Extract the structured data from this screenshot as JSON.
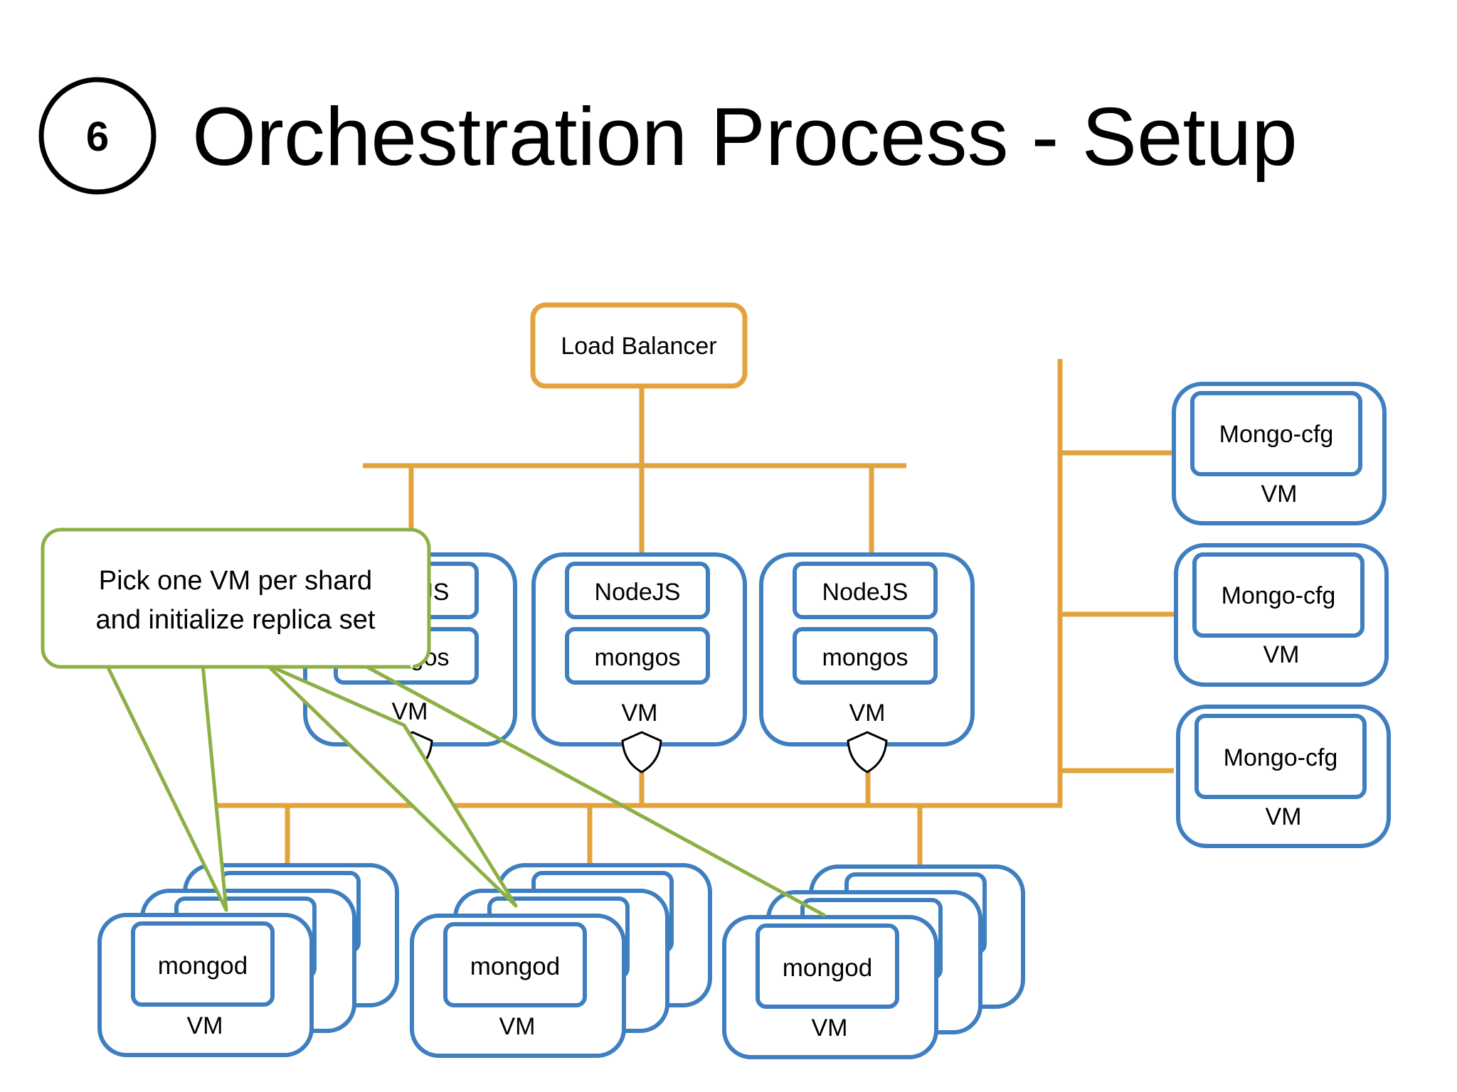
{
  "slide": {
    "step_number": "6",
    "title": "Orchestration Process - Setup"
  },
  "load_balancer": {
    "label": "Load Balancer"
  },
  "app_vms": [
    {
      "nodejs": "NodeJS",
      "mongos": "mongos",
      "vm": "VM"
    },
    {
      "nodejs": "NodeJS",
      "mongos": "mongos",
      "vm": "VM"
    },
    {
      "nodejs": "NodeJS",
      "mongos": "mongos",
      "vm": "VM"
    }
  ],
  "config_vms": [
    {
      "label": "Mongo-cfg",
      "vm": "VM"
    },
    {
      "label": "Mongo-cfg",
      "vm": "VM"
    },
    {
      "label": "Mongo-cfg",
      "vm": "VM"
    }
  ],
  "shards": [
    {
      "label": "mongod",
      "vm": "VM"
    },
    {
      "label": "mongod",
      "vm": "VM"
    },
    {
      "label": "mongod",
      "vm": "VM"
    }
  ],
  "callout": {
    "line1": "Pick one VM per shard",
    "line2": "and initialize replica set"
  },
  "colors": {
    "network": "#E3A33C",
    "vm_border": "#3F7FBF",
    "callout_border": "#8DB046",
    "text": "#000000"
  }
}
